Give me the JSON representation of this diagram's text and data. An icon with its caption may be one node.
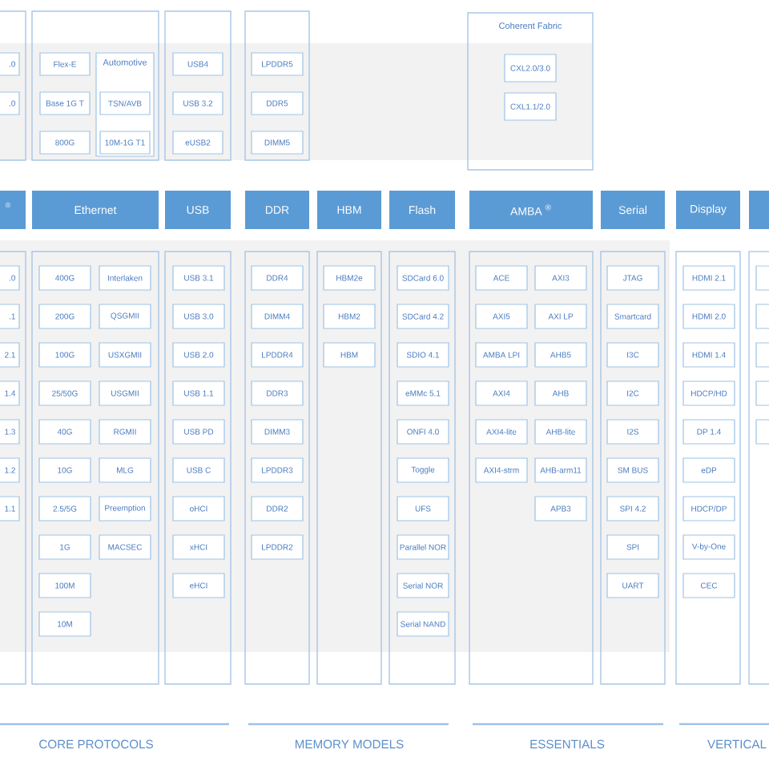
{
  "diagram": {
    "nodes": [
      {
        "text": [],
        "shape": "box"
      },
      {
        "text": [
          ".0"
        ],
        "in": 0
      },
      {
        "text": [
          ".0"
        ],
        "in": 0
      },
      {
        "text": [],
        "shape": "box"
      },
      {
        "text": [
          "Flex-E"
        ],
        "in": 3
      },
      {
        "text": [
          "Automotive"
        ],
        "in": 3
      },
      {
        "text": [
          "Base 1G T"
        ],
        "in": 3
      },
      {
        "text": [
          "TSN/AVB"
        ],
        "in": 5
      },
      {
        "text": [
          "800G"
        ],
        "in": 3
      },
      {
        "text": [
          "10M-1G T1"
        ],
        "in": 5
      },
      {
        "text": [],
        "shape": "box"
      },
      {
        "text": [
          "USB4"
        ],
        "in": 10
      },
      {
        "text": [
          "USB 3.2"
        ],
        "in": 10
      },
      {
        "text": [
          "eUSB2"
        ],
        "in": 10
      },
      {
        "text": [],
        "shape": "box"
      },
      {
        "text": [
          "LPDDR5"
        ],
        "in": 14
      },
      {
        "text": [
          "DDR5"
        ],
        "in": 14
      },
      {
        "text": [
          "DIMM5"
        ],
        "in": 14
      },
      {
        "text": [
          "Coherent Fabric"
        ]
      },
      {
        "text": [
          "CXL2.0/3.0"
        ],
        "in": 18
      },
      {
        "text": [
          "CXL1.1/2.0"
        ],
        "in": 18
      },
      {
        "text": [
          "®"
        ]
      },
      {
        "text": [
          "Ethernet"
        ]
      },
      {
        "text": [
          "USB"
        ]
      },
      {
        "text": [
          "DDR"
        ]
      },
      {
        "text": [
          "HBM"
        ]
      },
      {
        "text": [
          "Flash"
        ]
      },
      {
        "text": [
          "AMBA $^{®}$"
        ]
      },
      {
        "text": [
          "Serial"
        ]
      },
      {
        "text": [
          "Display"
        ]
      },
      {
        "text": [],
        "shape": "box"
      },
      {
        "text": [],
        "shape": "box"
      },
      {
        "text": [
          ".0"
        ],
        "in": 31
      },
      {
        "text": [
          ".1"
        ],
        "in": 31
      },
      {
        "text": [
          "2.1"
        ],
        "in": 31
      },
      {
        "text": [
          "1.4"
        ],
        "in": 31
      },
      {
        "text": [
          "1.3"
        ],
        "in": 31
      },
      {
        "text": [
          "1.2"
        ],
        "in": 31
      },
      {
        "text": [
          "1.1"
        ],
        "in": 31
      },
      {
        "text": [],
        "shape": "box"
      },
      {
        "text": [
          "400G"
        ],
        "in": 39
      },
      {
        "text": [
          "Interlaken"
        ],
        "in": 39
      },
      {
        "text": [
          "200G"
        ],
        "in": 39
      },
      {
        "text": [
          "QSGMII"
        ],
        "in": 39
      },
      {
        "text": [
          "100G"
        ],
        "in": 39
      },
      {
        "text": [
          "USXGMII"
        ],
        "in": 39
      },
      {
        "text": [
          "25/50G"
        ],
        "in": 39
      },
      {
        "text": [
          "USGMII"
        ],
        "in": 39
      },
      {
        "text": [
          "40G"
        ],
        "in": 39
      },
      {
        "text": [
          "RGMII"
        ],
        "in": 39
      },
      {
        "text": [
          "10G"
        ],
        "in": 39
      },
      {
        "text": [
          "MLG"
        ],
        "in": 39
      },
      {
        "text": [
          "2.5/5G"
        ],
        "in": 39
      },
      {
        "text": [
          "Preemption"
        ],
        "in": 39
      },
      {
        "text": [
          "1G"
        ],
        "in": 39
      },
      {
        "text": [
          "MACSEC"
        ],
        "in": 39
      },
      {
        "text": [
          "100M"
        ],
        "in": 39
      },
      {
        "text": [
          "10M"
        ],
        "in": 39
      },
      {
        "text": [],
        "shape": "box"
      },
      {
        "text": [
          "USB 3.1"
        ],
        "in": 58
      },
      {
        "text": [
          "USB 3.0"
        ],
        "in": 58
      },
      {
        "text": [
          "USB 2.0"
        ],
        "in": 58
      },
      {
        "text": [
          "USB 1.1"
        ],
        "in": 58
      },
      {
        "text": [
          "USB PD"
        ],
        "in": 58
      },
      {
        "text": [
          "USB C"
        ],
        "in": 58
      },
      {
        "text": [
          "oHCI"
        ],
        "in": 58
      },
      {
        "text": [
          "xHCI"
        ],
        "in": 58
      },
      {
        "text": [
          "eHCI"
        ],
        "in": 58
      },
      {
        "text": [],
        "shape": "box"
      },
      {
        "text": [
          "DDR4"
        ],
        "in": 68
      },
      {
        "text": [
          "DIMM4"
        ],
        "in": 68
      },
      {
        "text": [
          "LPDDR4"
        ],
        "in": 68
      },
      {
        "text": [
          "DDR3"
        ],
        "in": 68
      },
      {
        "text": [
          "DIMM3"
        ],
        "in": 68
      },
      {
        "text": [
          "LPDDR3"
        ],
        "in": 68
      },
      {
        "text": [
          "DDR2"
        ],
        "in": 68
      },
      {
        "text": [
          "LPDDR2"
        ],
        "in": 68
      },
      {
        "text": [],
        "shape": "box"
      },
      {
        "text": [
          "HBM2e"
        ],
        "in": 77
      },
      {
        "text": [
          "HBM2"
        ],
        "in": 77
      },
      {
        "text": [
          "HBM"
        ],
        "in": 77
      },
      {
        "text": [],
        "shape": "box"
      },
      {
        "text": [
          "SDCard 6.0"
        ],
        "in": 81
      },
      {
        "text": [
          "SDCard 4.2"
        ],
        "in": 81
      },
      {
        "text": [
          "SDIO 4.1"
        ],
        "in": 81
      },
      {
        "text": [
          "eMMc 5.1"
        ],
        "in": 81
      },
      {
        "text": [
          "ONFI 4.0"
        ],
        "in": 81
      },
      {
        "text": [
          "Toggle"
        ],
        "in": 81
      },
      {
        "text": [
          "UFS"
        ],
        "in": 81
      },
      {
        "text": [
          "Parallel NOR"
        ],
        "in": 81
      },
      {
        "text": [
          "Serial NOR"
        ],
        "in": 81
      },
      {
        "text": [
          "Serial NAND"
        ],
        "in": 81
      },
      {
        "text": [],
        "shape": "box"
      },
      {
        "text": [
          "ACE"
        ],
        "in": 92
      },
      {
        "text": [
          "AXI3"
        ],
        "in": 92
      },
      {
        "text": [
          "AXI5"
        ],
        "in": 92
      },
      {
        "text": [
          "AXI LP"
        ],
        "in": 92
      },
      {
        "text": [
          "AMBA LPI"
        ],
        "in": 92
      },
      {
        "text": [
          "AHB5"
        ],
        "in": 92
      },
      {
        "text": [
          "AXI4"
        ],
        "in": 92
      },
      {
        "text": [
          "AHB"
        ],
        "in": 92
      },
      {
        "text": [
          "AXI4-lite"
        ],
        "in": 92
      },
      {
        "text": [
          "AHB-lite"
        ],
        "in": 92
      },
      {
        "text": [
          "AXI4-strm"
        ],
        "in": 92
      },
      {
        "text": [
          "AHB-arm11"
        ],
        "in": 92
      },
      {
        "text": [
          "APB3"
        ],
        "in": 92
      },
      {
        "text": [],
        "shape": "box"
      },
      {
        "text": [
          "JTAG"
        ],
        "in": 106
      },
      {
        "text": [
          "Smartcard"
        ],
        "in": 106
      },
      {
        "text": [
          "I3C"
        ],
        "in": 106
      },
      {
        "text": [
          "I2C"
        ],
        "in": 106
      },
      {
        "text": [
          "I2S"
        ],
        "in": 106
      },
      {
        "text": [
          "SM BUS"
        ],
        "in": 106
      },
      {
        "text": [
          "SPI 4.2"
        ],
        "in": 106
      },
      {
        "text": [
          "SPI"
        ],
        "in": 106
      },
      {
        "text": [
          "UART"
        ],
        "in": 106
      },
      {
        "text": [],
        "shape": "box"
      },
      {
        "text": [
          "HDMI 2.1"
        ],
        "in": 116
      },
      {
        "text": [
          "HDMI 2.0"
        ],
        "in": 116
      },
      {
        "text": [
          "HDMI 1.4"
        ],
        "in": 116
      },
      {
        "text": [
          "HDCP/HD"
        ],
        "in": 116
      },
      {
        "text": [
          "DP 1.4"
        ],
        "in": 116
      },
      {
        "text": [
          "eDP"
        ],
        "in": 116
      },
      {
        "text": [
          "HDCP/DP"
        ],
        "in": 116
      },
      {
        "text": [
          "V-by-One"
        ],
        "in": 116
      },
      {
        "text": [
          "CEC"
        ],
        "in": 116
      },
      {
        "text": [],
        "shape": "box"
      },
      {
        "text": [],
        "shape": "box",
        "in": 126
      },
      {
        "text": [],
        "shape": "box",
        "in": 126
      },
      {
        "text": [],
        "shape": "box",
        "in": 126
      },
      {
        "text": [],
        "shape": "box",
        "in": 126
      },
      {
        "text": [],
        "shape": "box",
        "in": 126
      }
    ],
    "labels": [
      "CORE PROTOCOLS",
      "MEMORY MODELS",
      "ESSENTIALS",
      "VERTICAL"
    ]
  }
}
